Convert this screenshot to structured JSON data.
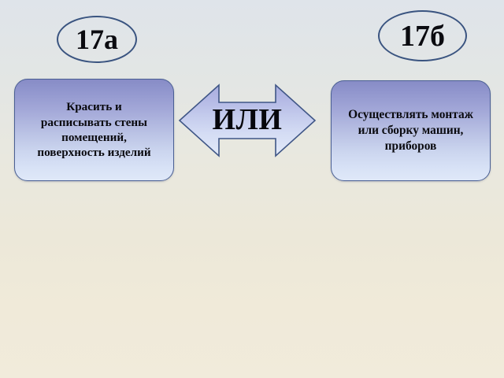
{
  "slide": {
    "background_top_color": "#dfe4ea",
    "background_bottom_color": "#f1ebdb"
  },
  "badges": [
    {
      "id": "a",
      "label": "17а",
      "outline_color": "#3a5480"
    },
    {
      "id": "b",
      "label": "17б",
      "outline_color": "#3a5480"
    }
  ],
  "options": {
    "left": {
      "text": "Красить и\nрасписывать стены\nпомещений,\nповерхность изделий",
      "fill_top_color": "#878cc6",
      "fill_bottom_color": "#dfe8f8",
      "border_color": "#4a5f93"
    },
    "right": {
      "text": "Осуществлять монтаж\nили сборку машин,\nприборов",
      "fill_top_color": "#878cc6",
      "fill_bottom_color": "#dfe8f8",
      "border_color": "#4a5f93"
    }
  },
  "connector": {
    "label": "ИЛИ",
    "icon": "double-arrow-icon",
    "fill_top_color": "#9fa4d8",
    "fill_bottom_color": "#dbe4f7",
    "border_color": "#3f5686"
  }
}
